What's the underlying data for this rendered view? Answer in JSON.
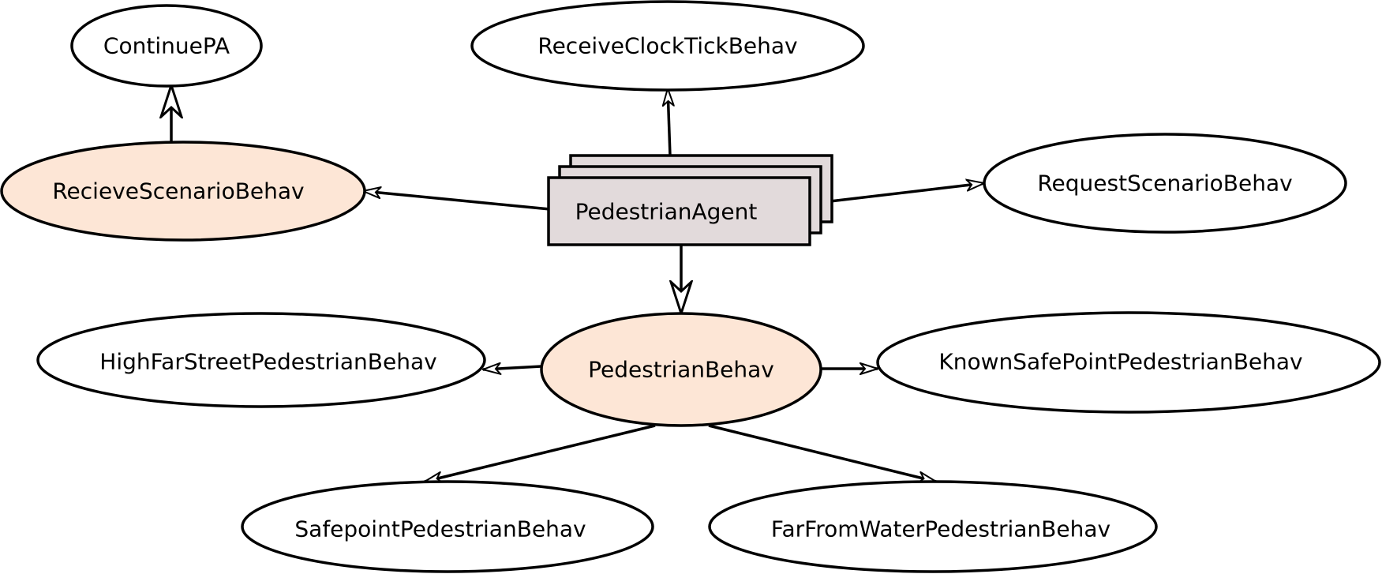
{
  "colors": {
    "behaviour_fill": "#ffffff",
    "highlight_fill": "#fde6d6",
    "agent_fill": "#e2dadb",
    "stroke": "#000000"
  },
  "nodes": {
    "continue_pa": {
      "label": "ContinuePA",
      "highlighted": false
    },
    "receive_clock_tick": {
      "label": "ReceiveClockTickBehav",
      "highlighted": false
    },
    "recieve_scenario": {
      "label": "RecieveScenarioBehav",
      "highlighted": true
    },
    "pedestrian_agent": {
      "label": "PedestrianAgent",
      "shape": "stacked-box"
    },
    "request_scenario": {
      "label": "RequestScenarioBehav",
      "highlighted": false
    },
    "high_far_street": {
      "label": "HighFarStreetPedestrianBehav",
      "highlighted": false
    },
    "pedestrian_behav": {
      "label": "PedestrianBehav",
      "highlighted": true
    },
    "known_safe_point": {
      "label": "KnownSafePointPedestrianBehav",
      "highlighted": false
    },
    "safepoint": {
      "label": "SafepointPedestrianBehav",
      "highlighted": false
    },
    "far_from_water": {
      "label": "FarFromWaterPedestrianBehav",
      "highlighted": false
    }
  },
  "edges": [
    {
      "from": "recieve_scenario",
      "to": "continue_pa",
      "arrow": "open-double"
    },
    {
      "from": "pedestrian_agent",
      "to": "receive_clock_tick",
      "arrow": "open"
    },
    {
      "from": "pedestrian_agent",
      "to": "recieve_scenario",
      "arrow": "open"
    },
    {
      "from": "pedestrian_agent",
      "to": "request_scenario",
      "arrow": "open"
    },
    {
      "from": "pedestrian_agent",
      "to": "pedestrian_behav",
      "arrow": "open-double"
    },
    {
      "from": "pedestrian_behav",
      "to": "high_far_street",
      "arrow": "open"
    },
    {
      "from": "pedestrian_behav",
      "to": "known_safe_point",
      "arrow": "open"
    },
    {
      "from": "pedestrian_behav",
      "to": "safepoint",
      "arrow": "open"
    },
    {
      "from": "pedestrian_behav",
      "to": "far_from_water",
      "arrow": "open"
    }
  ]
}
